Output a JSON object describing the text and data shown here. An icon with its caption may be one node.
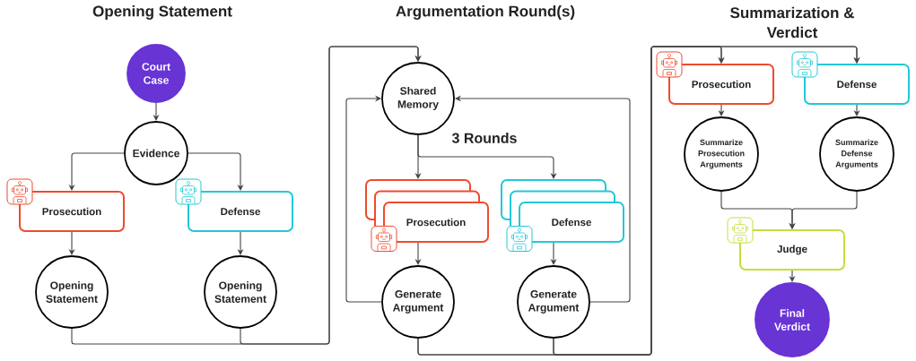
{
  "diagram": {
    "nodes": [
      {
        "text": [
          "Court Case"
        ]
      },
      {
        "text": [
          "Evidence"
        ]
      },
      {
        "text": [
          "Prosecution"
        ]
      },
      {
        "text": [
          "Defense"
        ]
      },
      {
        "text": [
          "Opening Statement"
        ]
      },
      {
        "text": [
          "Opening Statement"
        ]
      },
      {
        "text": [
          "Shared Memory"
        ]
      },
      {
        "text": [
          "Prosecution"
        ]
      },
      {
        "text": [
          "Defense"
        ]
      },
      {
        "text": [
          "Generate Argument"
        ]
      },
      {
        "text": [
          "Generate Argument"
        ]
      },
      {
        "text": [
          "Prosecution"
        ]
      },
      {
        "text": [
          "Defense"
        ]
      },
      {
        "text": [
          "Summarize Prosecution Arguments"
        ]
      },
      {
        "text": [
          "Summarize Defense Arguments"
        ]
      },
      {
        "text": [
          "Judge"
        ]
      },
      {
        "text": [
          "Final Verdict"
        ]
      }
    ],
    "edges": [
      {
        "from": 0,
        "to": 1,
        "arrow": "to"
      },
      {
        "from": 1,
        "to": 2,
        "arrow": "to"
      },
      {
        "from": 1,
        "to": 3,
        "arrow": "to"
      },
      {
        "from": 2,
        "to": 4,
        "arrow": "to"
      },
      {
        "from": 3,
        "to": 5,
        "arrow": "to"
      },
      {
        "from": 4,
        "to": 6,
        "arrow": "to"
      },
      {
        "from": 5,
        "to": 6,
        "arrow": "to"
      },
      {
        "from": 6,
        "to": 7,
        "arrow": "to"
      },
      {
        "from": 6,
        "to": 8,
        "arrow": "to"
      },
      {
        "from": 7,
        "to": 9,
        "arrow": "to"
      },
      {
        "from": 8,
        "to": 10,
        "arrow": "to"
      },
      {
        "from": 9,
        "to": 6,
        "arrow": "to"
      },
      {
        "from": 10,
        "to": 6,
        "arrow": "to"
      },
      {
        "from": 9,
        "to": 11,
        "arrow": "to"
      },
      {
        "from": 9,
        "to": 12,
        "arrow": "to"
      },
      {
        "from": 10,
        "to": 11,
        "arrow": "to"
      },
      {
        "from": 10,
        "to": 12,
        "arrow": "to"
      },
      {
        "from": 11,
        "to": 13,
        "arrow": "to"
      },
      {
        "from": 12,
        "to": 14,
        "arrow": "to"
      },
      {
        "from": 13,
        "to": 15,
        "arrow": "to"
      },
      {
        "from": 14,
        "to": 15,
        "arrow": "to"
      },
      {
        "from": 15,
        "to": 16,
        "arrow": "to"
      }
    ],
    "labels": [
      "Opening Statement",
      "Argumentation Round(s)",
      "Summarization & Verdict",
      "3 Rounds"
    ]
  }
}
